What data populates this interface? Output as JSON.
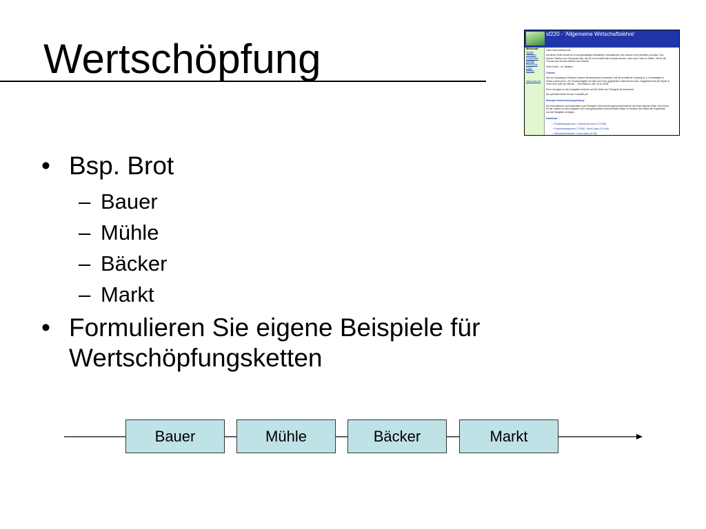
{
  "slide": {
    "title": "Wertschöpfung",
    "bullets": [
      {
        "text": "Bsp. Brot",
        "subitems": [
          "Bauer",
          "Mühle",
          "Bäcker",
          "Markt"
        ]
      },
      {
        "text": "Formulieren Sie eigene Beispiele für Wertschöpfungsketten",
        "subitems": []
      }
    ],
    "bullet_mark": "•",
    "sub_mark": "–"
  },
  "chain": {
    "steps": [
      "Bauer",
      "Mühle",
      "Bäcker",
      "Markt"
    ],
    "box_color": "#bfe2e6"
  },
  "screenshot": {
    "header_title": "sf220 - 'Allgemeine Wirtschaftslehre'",
    "sidebar": [
      "Wirtschaft",
      "Termin",
      "Planspiel",
      "Downloads",
      "Kontakt",
      "Planspiele",
      "Links",
      "Kontakt",
      "www.uasc.de"
    ],
    "lines": [
      "Liebe Seminarbesucher,",
      "",
      "auf dieser Seite werde ich in unregelmäßigen Abständen Informationen, die unseren Kurs betreffen, kundtun. Das",
      "können Dateien zum Download sein, die für Kurs erstellt oder benutzt werden, aber auch Links zu Seiten, die für die",
      "Themen des Kurses hilfreich sein können.",
      "",
      "Viele Grüße - Hr. Barteles",
      "",
      "#Termine",
      "",
      "Wie am Samstag im Rahmen unseres Blockseminars vereinbart, soll die schriftliche Leistung im 4. Kurshalbjahr in",
      "einem kurzen (max. 4S.) Essaysaufgabe für das vom Euch gegebenen Unternehmen sein. Abgabetermine als Papier in",
      "mein Fach oder per Mail an ... bis Mittwoch, den 16.01.2008.",
      "",
      "Eure Lösungen zu den Aufgaben findet ihr auf der Seite zum Planspiel als Download.",
      "",
      "Die pdf-Datei findet ihr hier: Kosthilfe.pdf",
      "",
      "#Planspiel Unternehmensgründung",
      "",
      "Die Informationen und Materialien zum Planspiel Unternehmensgründung findet ihr auf einer eigenen Seite. Dort könnt",
      "ihr die Dateien zu den Aufgaben und Lösungshinweisen herunterladen sowie im Verlaufe des Spiels die Ergebnisse",
      "und die Rangliste verfolgen.",
      "",
      "#Download",
      "",
      ">Projektmanagement - Powerpoint-Datei (70,3 MB)",
      "",
      ">Projektmanagement (7.2008) - Word-Datei (22,6 kB)",
      "",
      ">Wirtschaftskreislauf - Excel-Datei (47 kB)"
    ]
  }
}
